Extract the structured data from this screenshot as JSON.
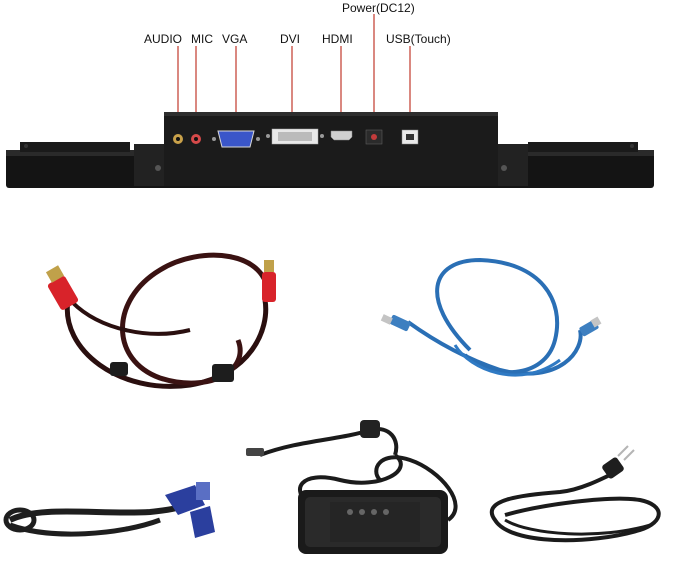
{
  "port_labels": {
    "audio": "AUDIO",
    "mic": "MIC",
    "vga": "VGA",
    "dvi": "DVI",
    "hdmi": "HDMI",
    "power": "Power(DC12)",
    "usb": "USB(Touch)"
  },
  "colors": {
    "leader_line": "#c0392b",
    "monitor_body": "#151515",
    "hdmi_tip": "#d8232a",
    "usb_cable": "#2a6fb5",
    "vga_connector": "#2b3f9e"
  },
  "accessories": [
    {
      "item": "hdmi-cable-icon"
    },
    {
      "item": "usb-cable-icon"
    },
    {
      "item": "vga-cable-icon"
    },
    {
      "item": "power-adapter-icon"
    },
    {
      "item": "power-cord-icon"
    }
  ]
}
